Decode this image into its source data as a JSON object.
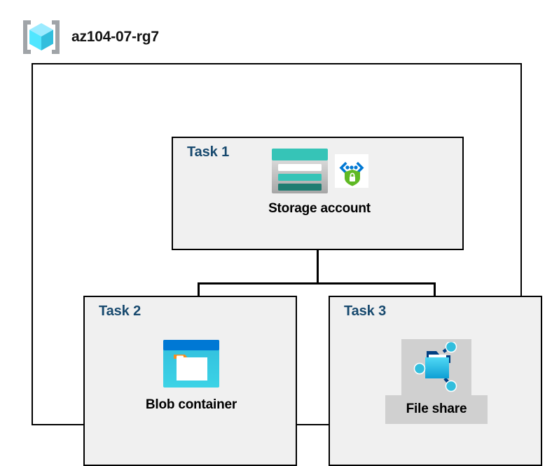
{
  "diagram": {
    "resource_group": {
      "name": "az104-07-rg7",
      "icon": "resource-group-icon"
    },
    "tasks": [
      {
        "id": "task1",
        "label": "Task 1",
        "caption": "Storage account",
        "icons": [
          "storage-account-icon",
          "secure-endpoint-shield-icon"
        ],
        "highlighted": false
      },
      {
        "id": "task2",
        "label": "Task 2",
        "caption": "Blob container",
        "icons": [
          "blob-container-icon"
        ],
        "highlighted": false
      },
      {
        "id": "task3",
        "label": "Task 3",
        "caption": "File share",
        "icons": [
          "file-share-icon"
        ],
        "highlighted": true
      }
    ],
    "connections": [
      {
        "from": "task1",
        "to": "task2"
      },
      {
        "from": "task1",
        "to": "task3"
      }
    ],
    "colors": {
      "task_label": "#17496e",
      "caption": "#000000",
      "box_fill": "#f0f0f0",
      "box_border": "#000000",
      "highlight": "#d0d0d0",
      "storage_teal": "#36c4b7",
      "storage_dark_teal": "#1f7d72",
      "blob_blue": "#0078d4",
      "blob_cyan": "#32bedd",
      "blob_orange": "#f78d1e",
      "fileshare_cyan": "#32bedd",
      "fileshare_node_blue": "#003f82",
      "shield_green": "#5fb924",
      "bracket_gray": "#a0a4a8",
      "cube_cyan": "#50e6ff"
    }
  }
}
